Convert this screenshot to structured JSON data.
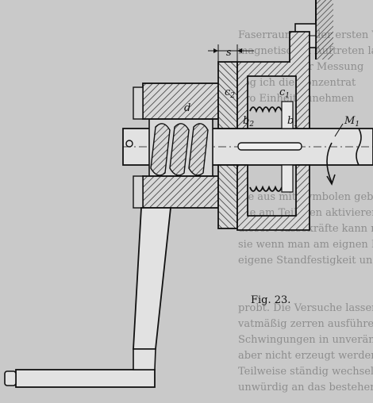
{
  "figure": {
    "caption": "Fig. 23.",
    "labels": {
      "s": "s",
      "d": "d",
      "c1": "c",
      "c1_sub": "1",
      "c2": "c",
      "c2_sub": "2",
      "b1": "b",
      "b1_sub": "1",
      "b2": "b",
      "b2_sub": "2",
      "m1": "M",
      "m1_sub": "1"
    },
    "bleed_through_text": [
      "Faserraum, in der ersten Versuch",
      "magnetischen Auftreten last",
      "ich ist, bei der Messung",
      "zog ich die Konzentrat",
      "pro Einheit zunehmen",
      "die aus mit Symbolen gebildet",
      "Die am Teilchen aktivieren",
      "dieser Massekräfte kann nicht",
      "sie wenn man am eignen Körper",
      "eigene Standfestigkeit und",
      "probt. Die Versuche lassen sich",
      "vatmäßig zerren ausführen. Bei",
      "Schwingungen in unverändertem",
      "aber nicht erzeugt werden können",
      "Teilweise ständig wechselnder",
      "unwürdig an das bestehende"
    ]
  }
}
